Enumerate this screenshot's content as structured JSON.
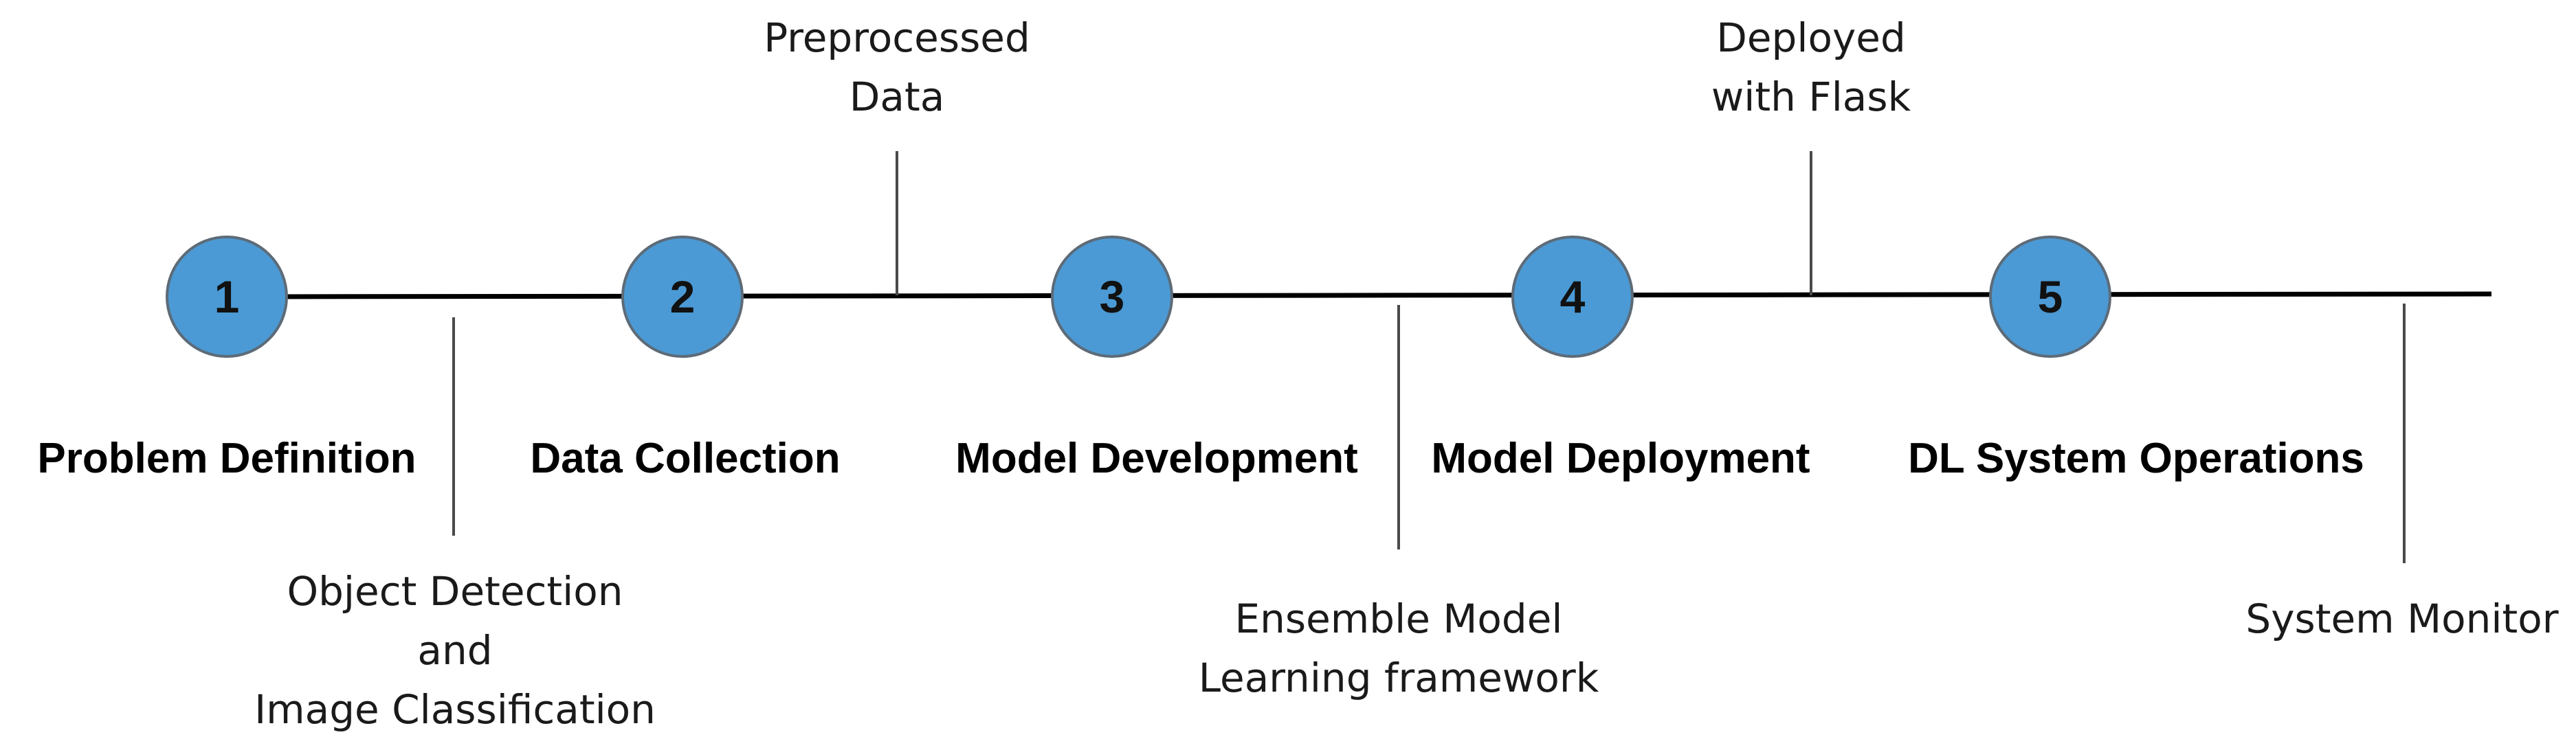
{
  "colors": {
    "circle_fill": "#4b9ad5",
    "circle_border": "#5d6b78",
    "main_line": "#000000",
    "tick_line": "#4a4a4a"
  },
  "stages": [
    {
      "number": "1",
      "label": "Problem Definition"
    },
    {
      "number": "2",
      "label": "Data Collection"
    },
    {
      "number": "3",
      "label": "Model Development"
    },
    {
      "number": "4",
      "label": "Model Deployment"
    },
    {
      "number": "5",
      "label": "DL System Operations"
    }
  ],
  "annotations": [
    {
      "position": "below",
      "lines": [
        "Object Detection",
        "and",
        "Image Classification"
      ]
    },
    {
      "position": "above",
      "lines": [
        "Preprocessed",
        "Data"
      ]
    },
    {
      "position": "below",
      "lines": [
        "Ensemble Model",
        "Learning framework"
      ]
    },
    {
      "position": "above",
      "lines": [
        "Deployed",
        "with Flask"
      ]
    },
    {
      "position": "below",
      "lines": [
        "System Monitor"
      ]
    }
  ]
}
